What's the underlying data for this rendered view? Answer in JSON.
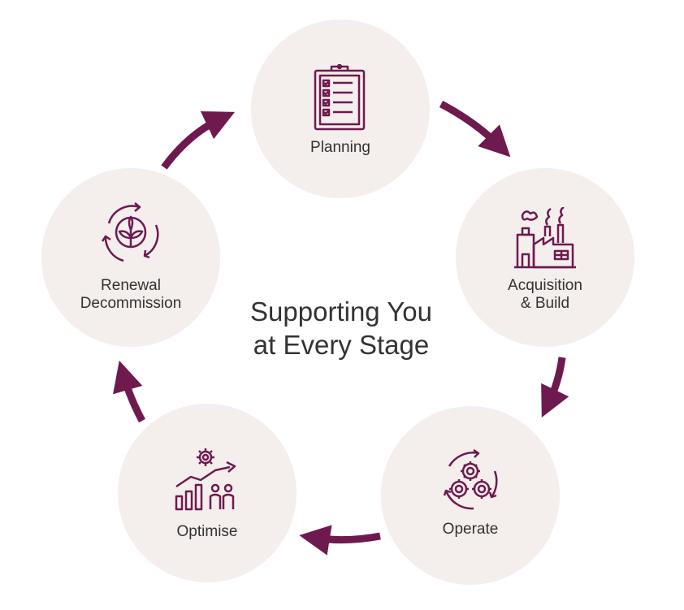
{
  "title": {
    "line1": "Supporting You",
    "line2": "at Every Stage"
  },
  "colors": {
    "accent": "#6e1a4f",
    "circle": "#f4eeec",
    "text": "#333333"
  },
  "stages": {
    "planning": {
      "label": "Planning",
      "icon": "clipboard-checklist-icon"
    },
    "acquisition": {
      "line1": "Acquisition",
      "line2": "& Build",
      "icon": "factory-icon"
    },
    "operate": {
      "label": "Operate",
      "icon": "gears-cycle-icon"
    },
    "optimise": {
      "label": "Optimise",
      "icon": "growth-chart-gear-icon"
    },
    "renewal": {
      "line1": "Renewal",
      "line2": "Decommission",
      "icon": "recycle-plant-icon"
    }
  }
}
